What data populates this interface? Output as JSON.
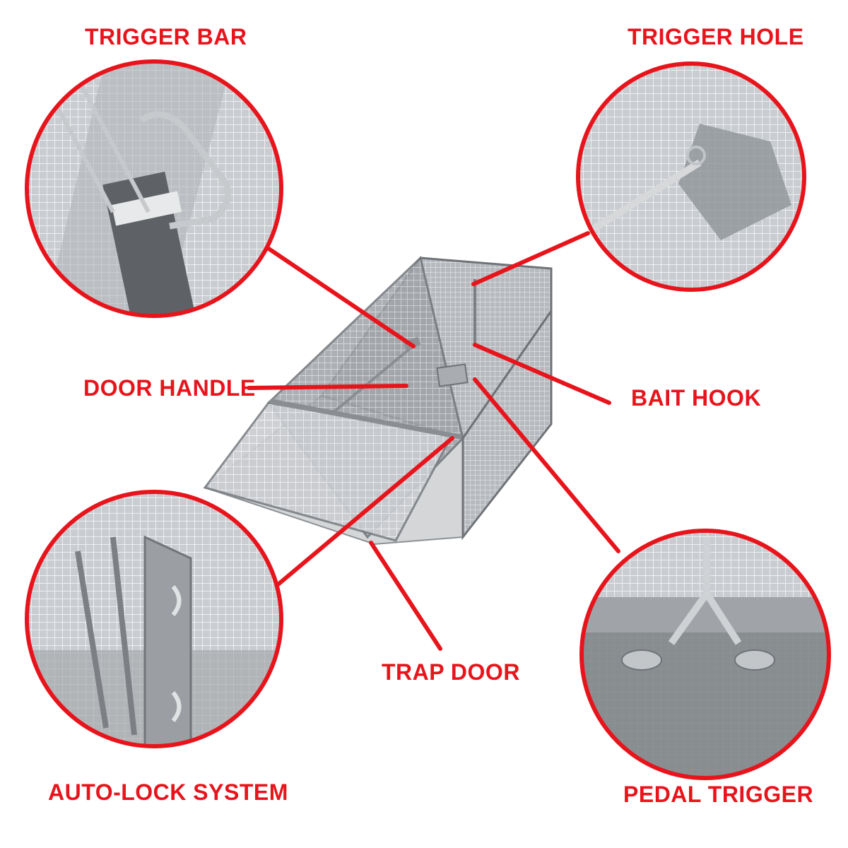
{
  "accent_color": "#e8141c",
  "labels": {
    "trigger_bar": "TRIGGER BAR",
    "trigger_hole": "TRIGGER HOLE",
    "door_handle": "DOOR HANDLE",
    "bait_hook": "BAIT HOOK",
    "trap_door": "TRAP DOOR",
    "auto_lock": "AUTO-LOCK SYSTEM",
    "pedal_trigger": "PEDAL TRIGGER"
  }
}
